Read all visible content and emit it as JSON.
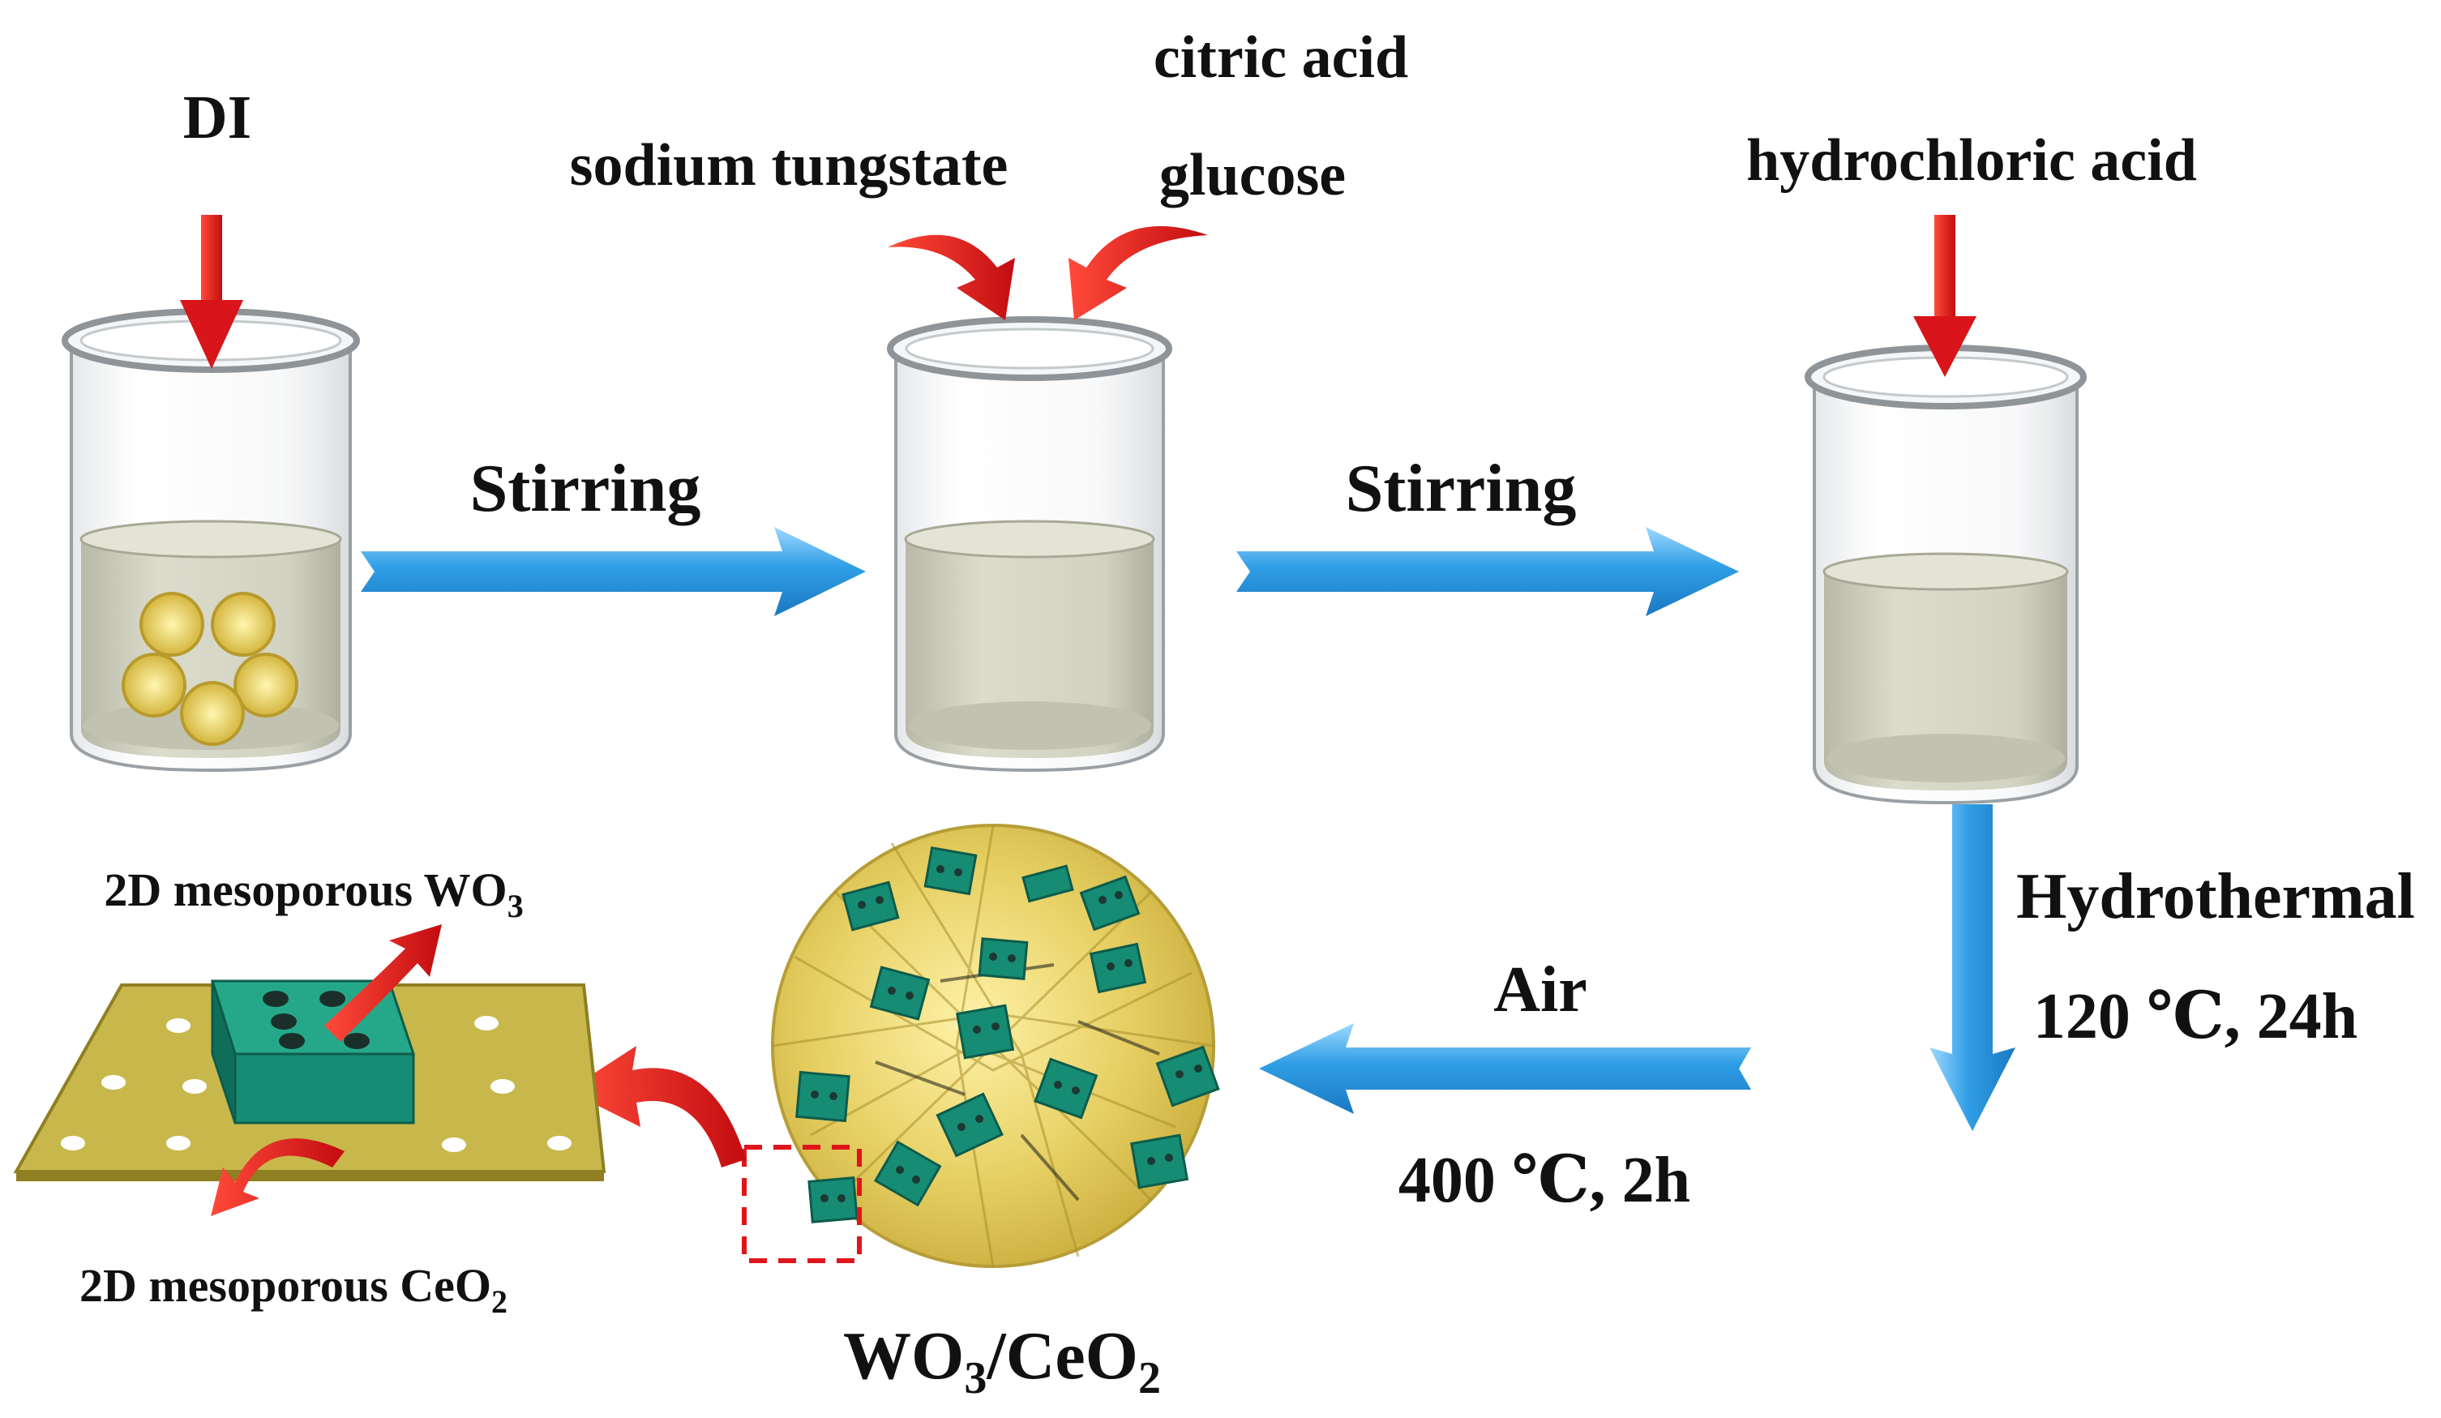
{
  "labels": {
    "di": "DI",
    "sodium_tungstate": "sodium tungstate",
    "citric_acid": "citric acid",
    "glucose": "glucose",
    "hydrochloric_acid": "hydrochloric acid",
    "stirring_1": "Stirring",
    "stirring_2": "Stirring",
    "hydrothermal": "Hydrothermal",
    "hydrothermal_conditions": "120 ℃, 24h",
    "air": "Air",
    "calcination_conditions": "400 ℃, 2h",
    "wo3_title": "2D mesoporous WO",
    "wo3_sub": "3",
    "ceo2_title": "2D mesoporous CeO",
    "ceo2_sub": "2",
    "product_a": "WO",
    "product_a_sub": "3",
    "product_b": "/CeO",
    "product_b_sub": "2"
  },
  "colors": {
    "process_arrow": "#2f9ee6",
    "reagent_arrow": "#e0151b",
    "solution": "#cfcfbf",
    "particle": "#e0cb5c",
    "wo3_plate": "#178c74",
    "ceo2_sheet": "#c8b84c",
    "selection_box": "#e0151b"
  },
  "icons": [
    "beaker-icon",
    "flower-particle-icon",
    "wo3-plate-icon",
    "ceo2-sheet-icon",
    "ceo2-sphere-icon"
  ]
}
